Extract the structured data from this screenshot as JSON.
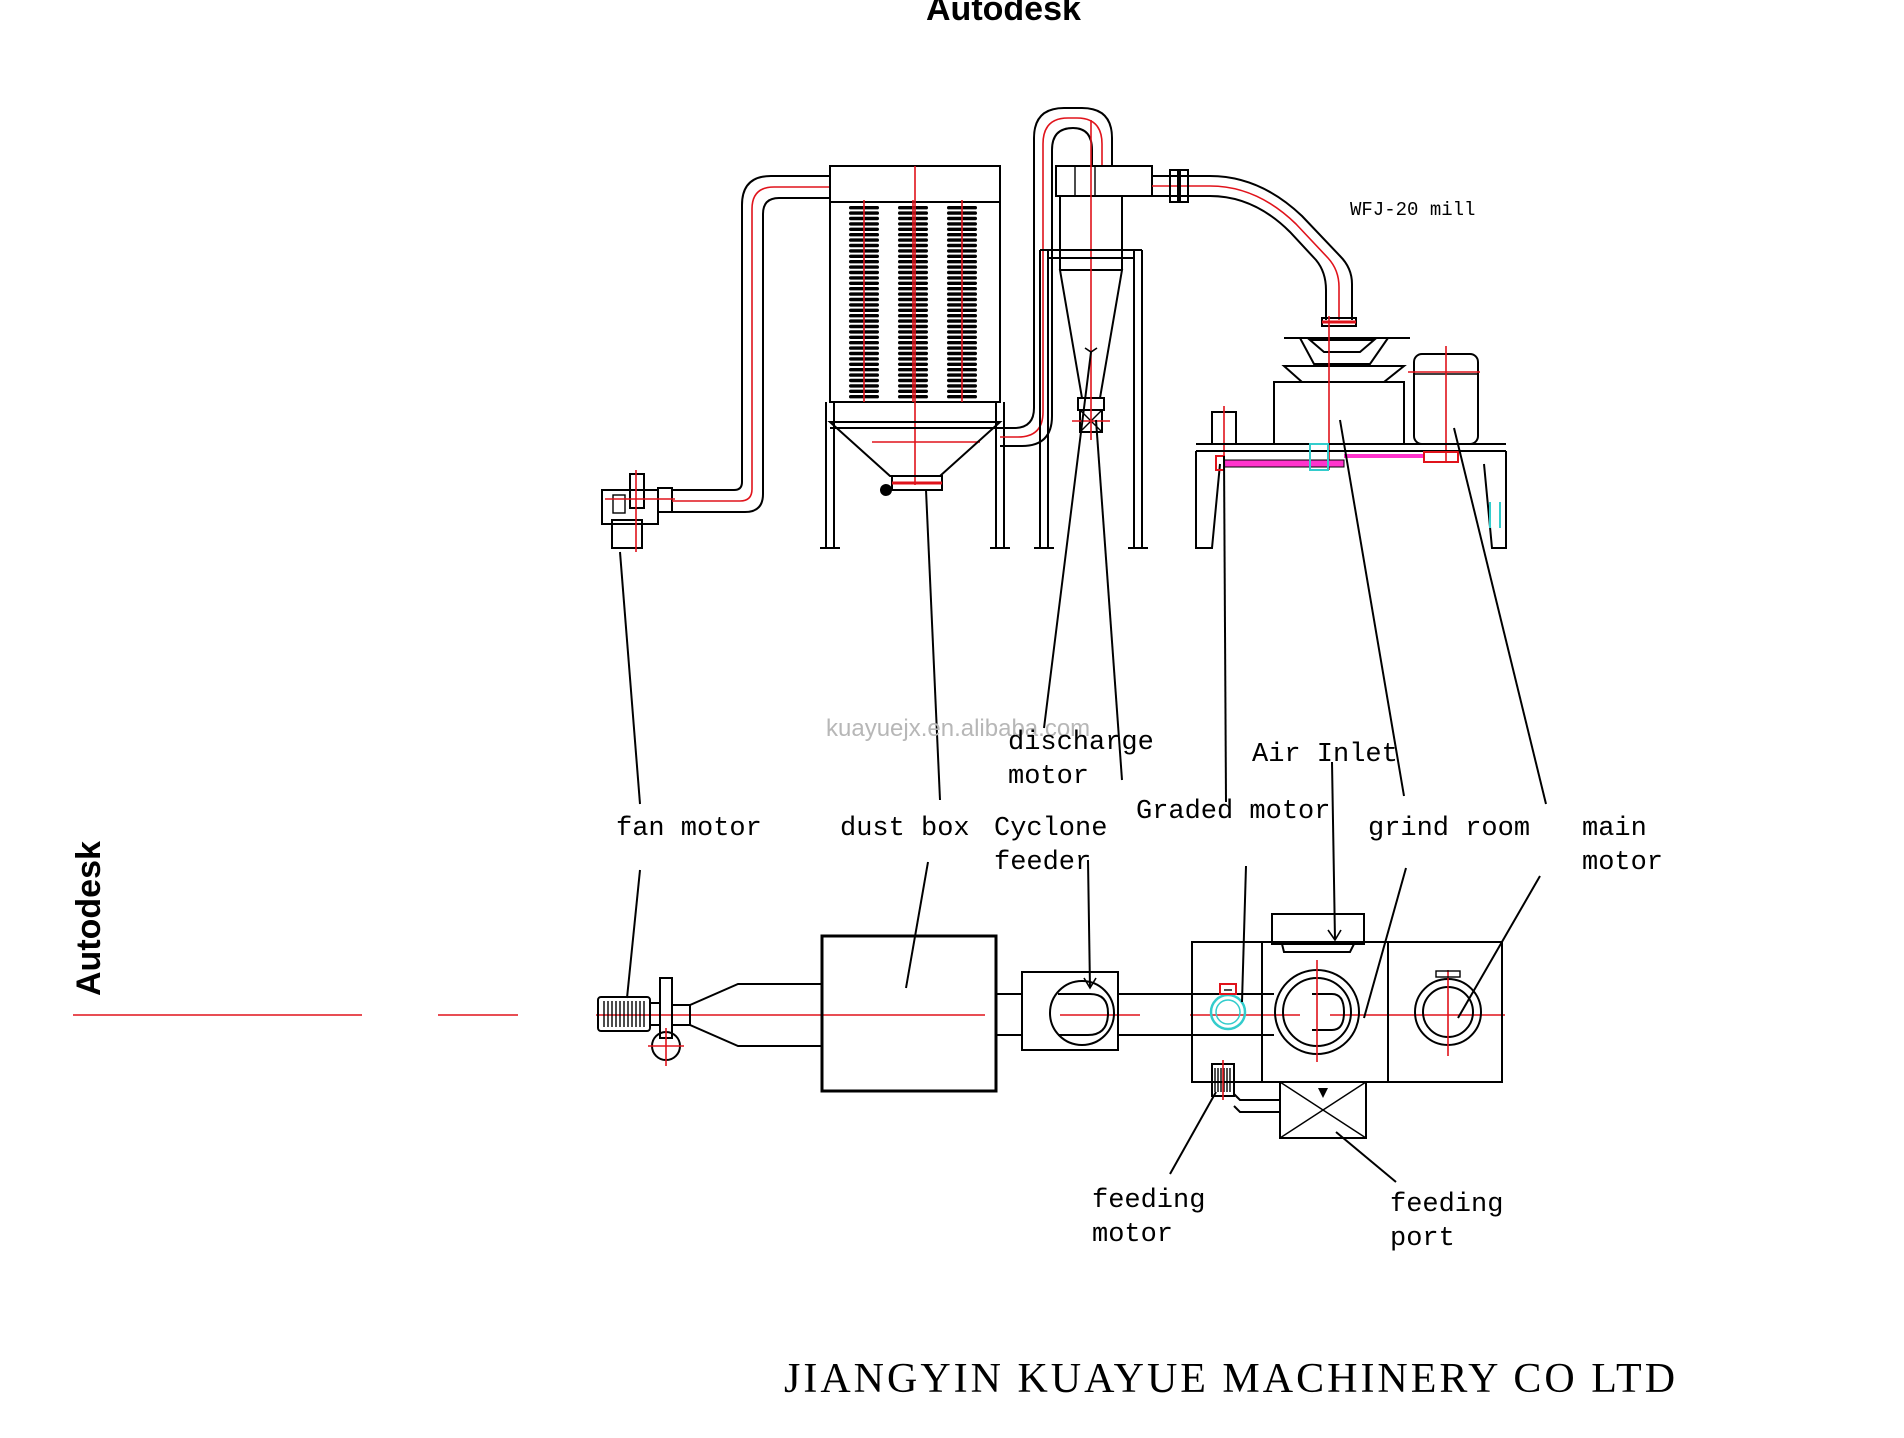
{
  "watermark_top": "Autodesk",
  "watermark_side": "Autodesk",
  "site_watermark": "kuayuejx.en.alibaba.com",
  "model_label": "WFJ-20 mill",
  "labels": {
    "discharge_motor": "discharge\nmotor",
    "air_inlet": "Air Inlet",
    "fan_motor": "fan motor",
    "dust_box": "dust box",
    "cyclone_feeder": "Cyclone\nfeeder",
    "graded_motor": "Graded motor",
    "grind_room": "grind room",
    "main_motor": "main\nmotor",
    "feeding_motor": "feeding\nmotor",
    "feeding_port": "feeding\nport"
  },
  "company": "JIANGYIN KUAYUE MACHINERY CO LTD",
  "colors": {
    "centerline": "#e0131b",
    "highlight": "#ff33cc",
    "accent_cyan": "#33cccc"
  }
}
